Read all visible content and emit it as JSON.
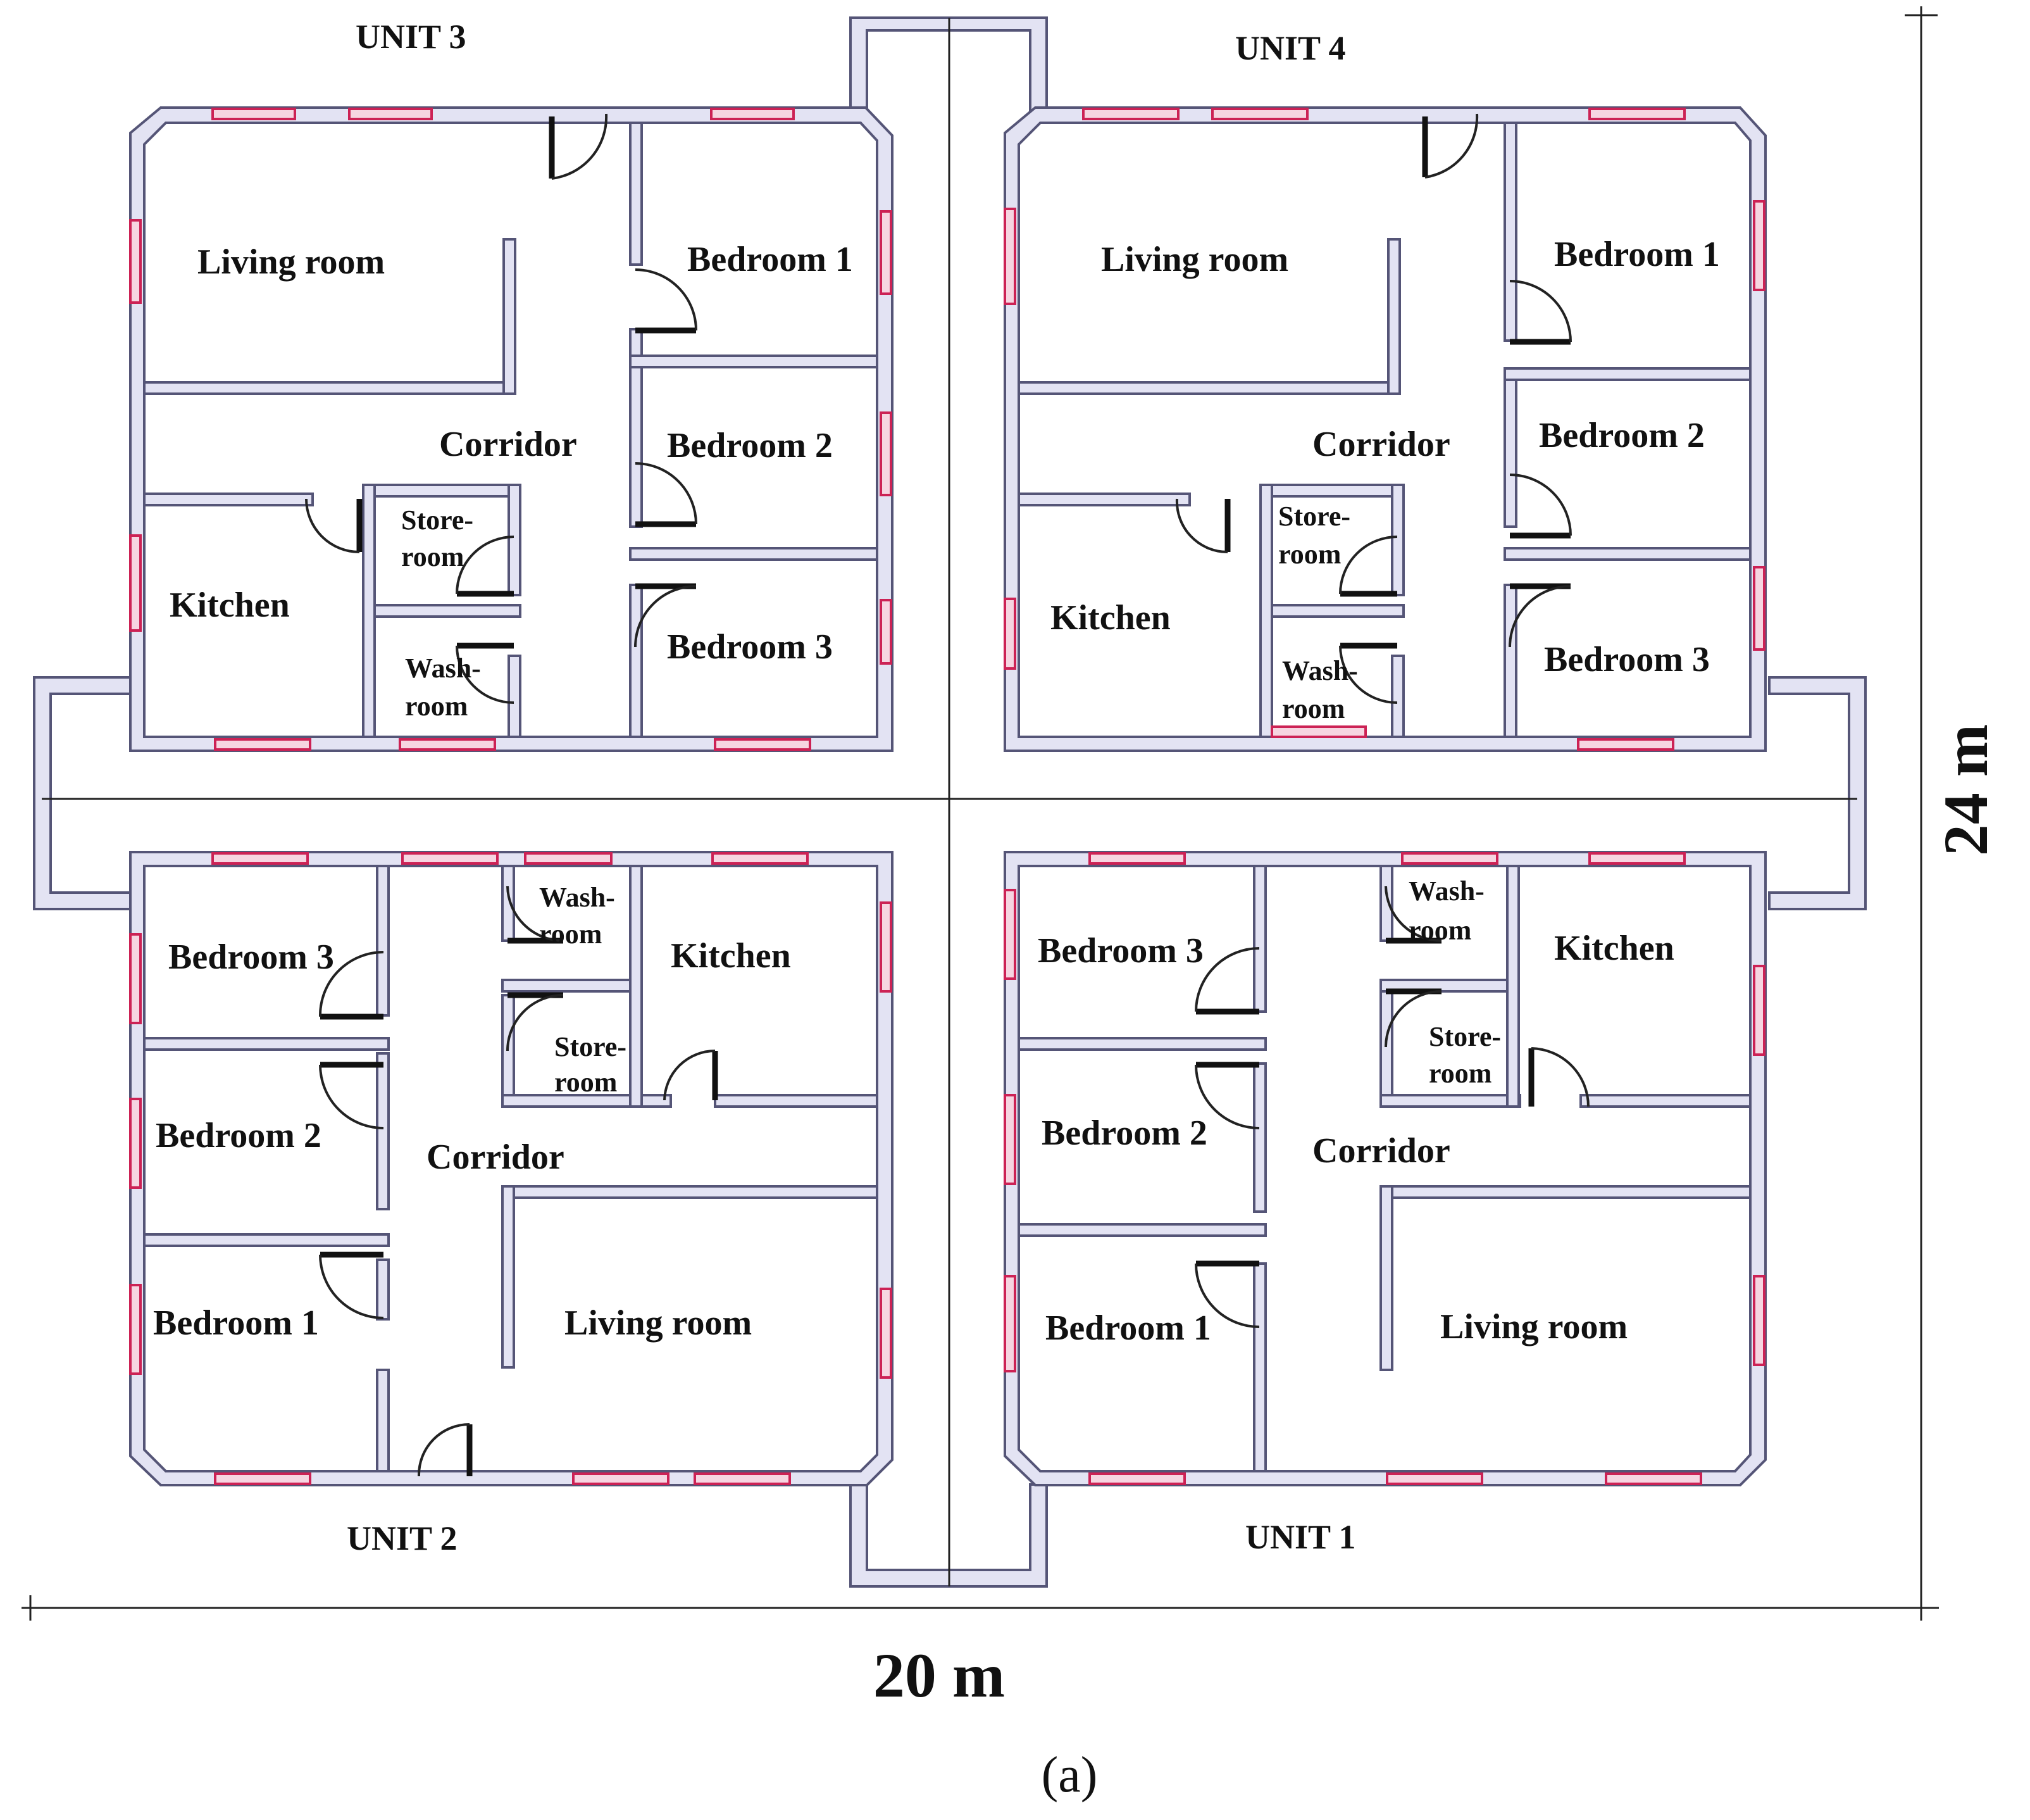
{
  "units": [
    {
      "name": "UNIT 3",
      "rooms": {
        "living": "Living room",
        "corridor": "Corridor",
        "kitchen": "Kitchen",
        "store": [
          "Store-",
          "room"
        ],
        "wash": [
          "Wash-",
          "room"
        ],
        "bed1": "Bedroom 1",
        "bed2": "Bedroom 2",
        "bed3": "Bedroom 3"
      }
    },
    {
      "name": "UNIT 4",
      "rooms": {
        "living": "Living room",
        "corridor": "Corridor",
        "kitchen": "Kitchen",
        "store": [
          "Store-",
          "room"
        ],
        "wash": [
          "Wash-",
          "room"
        ],
        "bed1": "Bedroom 1",
        "bed2": "Bedroom 2",
        "bed3": "Bedroom 3"
      }
    },
    {
      "name": "UNIT 2",
      "rooms": {
        "living": "Living room",
        "corridor": "Corridor",
        "kitchen": "Kitchen",
        "store": [
          "Store-",
          "room"
        ],
        "wash": [
          "Wash-",
          "room"
        ],
        "bed1": "Bedroom 1",
        "bed2": "Bedroom 2",
        "bed3": "Bedroom 3"
      }
    },
    {
      "name": "UNIT 1",
      "rooms": {
        "living": "Living room",
        "corridor": "Corridor",
        "kitchen": "Kitchen",
        "store": [
          "Store-",
          "room"
        ],
        "wash": [
          "Wash-",
          "room"
        ],
        "bed1": "Bedroom 1",
        "bed2": "Bedroom 2",
        "bed3": "Bedroom 3"
      }
    }
  ],
  "dimensions": {
    "width": "20 m",
    "height": "24 m"
  },
  "caption": "(a)",
  "colors": {
    "wall": "#e3e3f3",
    "wall_edge": "#555577",
    "window": "#cc2255",
    "line": "#222222"
  }
}
